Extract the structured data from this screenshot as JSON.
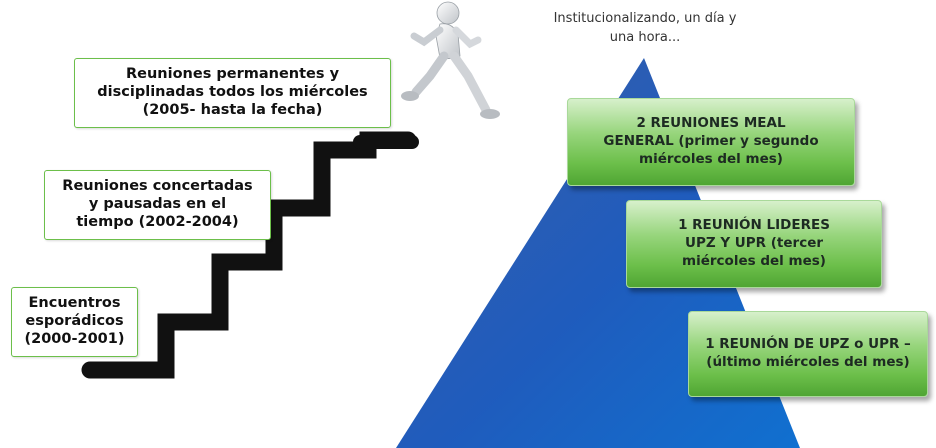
{
  "stairs": {
    "steps": [
      {
        "line1": "Encuentros",
        "line2": "esporádicos",
        "line3": "(2000-2001)"
      },
      {
        "line1": "Reuniones concertadas",
        "line2": "y pausadas en el",
        "line3": "tiempo (2002-2004)"
      },
      {
        "line1": "Reuniones permanentes y",
        "line2": "disciplinadas todos los miércoles",
        "line3": "(2005- hasta la fecha)"
      }
    ]
  },
  "pyramid": {
    "caption_line1": "Institucionalizando, un día y",
    "caption_line2": "una hora...",
    "levels": [
      {
        "line1": "2 REUNIONES MEAL",
        "line2": "GENERAL (primer y segundo",
        "line3": "miércoles del mes)"
      },
      {
        "line1": "1 REUNIÓN LIDERES",
        "line2": "UPZ Y UPR (tercer",
        "line3": "miércoles del mes)"
      },
      {
        "line1": "1 REUNIÓN DE UPZ o UPR –",
        "line2": "(último miércoles del mes)"
      }
    ]
  },
  "colors": {
    "staircase": "#111111",
    "pyramid_top": "#2a4c98",
    "pyramid_bottom": "#1565c4",
    "box_border": "#6cbf4a",
    "level_fill": "#97d57c"
  },
  "icons": {
    "figure": "running-person-icon"
  }
}
